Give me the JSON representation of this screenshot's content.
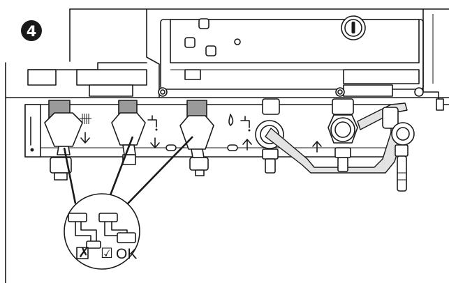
{
  "step": {
    "number": "4"
  },
  "callout": {
    "wrong_mark": "✗",
    "correct_mark": "☑",
    "correct_label": "OK"
  },
  "icons": [
    "step-number-badge",
    "power-button-icon",
    "radiator-icon",
    "tap-icon",
    "flame-icon",
    "arrow-down-icon",
    "arrow-up-icon",
    "wrong-mark-icon",
    "correct-mark-icon"
  ],
  "colors": {
    "line": "#1a1a1a",
    "pipe_fill": "#9a9a9a",
    "background": "#ffffff"
  }
}
